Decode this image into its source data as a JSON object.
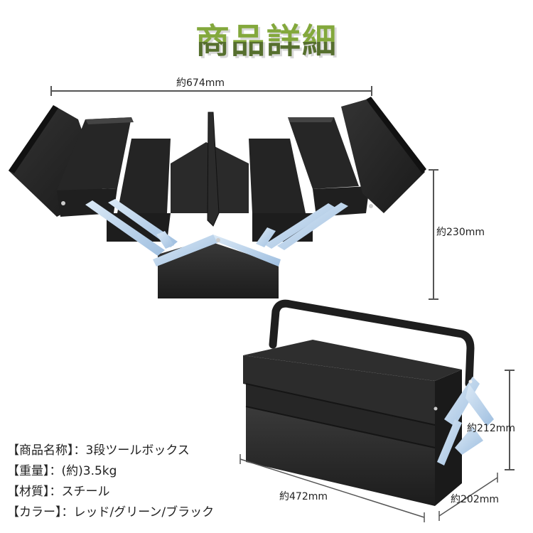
{
  "page": {
    "title": "商品詳細",
    "title_colors": {
      "top": "#83a83c",
      "bottom": "#566f2e",
      "shadow": "#d8d8d8"
    }
  },
  "dimensions": {
    "open_width": "約674mm",
    "open_height": "約230mm",
    "closed_length": "約472mm",
    "closed_depth": "約202mm",
    "closed_height": "約212mm"
  },
  "specs": [
    {
      "key": "【商品名称】",
      "sep": "：",
      "value": "3段ツールボックス"
    },
    {
      "key": "【重量】",
      "sep": "：",
      "value": "(約)3.5kg"
    },
    {
      "key": "【材質】",
      "sep": "：",
      "value": "スチール"
    },
    {
      "key": "【カラー】",
      "sep": "：",
      "value": "レッド/グリーン/ブラック"
    }
  ],
  "product": {
    "body_color": "#2a2a2a",
    "hinge_color": "#a9c8e8",
    "images": [
      "open-toolbox-image",
      "closed-toolbox-image"
    ]
  }
}
